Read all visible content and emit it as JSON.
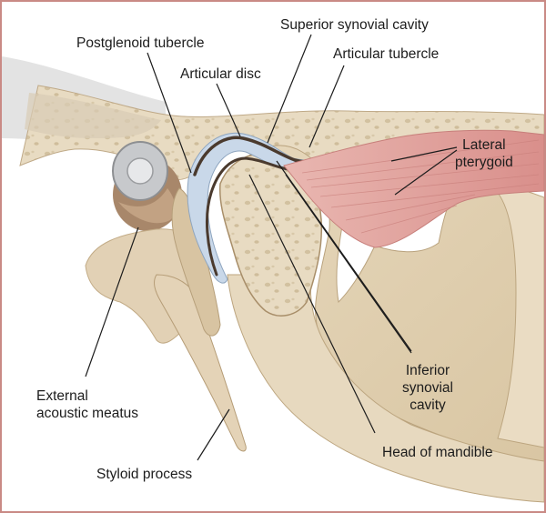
{
  "labels": {
    "postglenoid_tubercle": "Postglenoid tubercle",
    "superior_synovial_cavity": "Superior synovial cavity",
    "articular_tubercle": "Articular tubercle",
    "articular_disc": "Articular disc",
    "lateral_pterygoid": [
      "Lateral",
      "pterygoid"
    ],
    "inferior_synovial_cavity": [
      "Inferior",
      "synovial",
      "cavity"
    ],
    "external_acoustic_meatus": [
      "External",
      "acoustic meatus"
    ],
    "head_of_mandible": "Head of mandible",
    "styloid_process": "Styloid process"
  },
  "colors": {
    "bone": "#e9dcc4",
    "bone_shade": "#cdb994",
    "disc": "#c8d8e8",
    "muscle": "#e3aaa6",
    "cavity": "#4a3a2e",
    "frame": "#c98a85"
  }
}
